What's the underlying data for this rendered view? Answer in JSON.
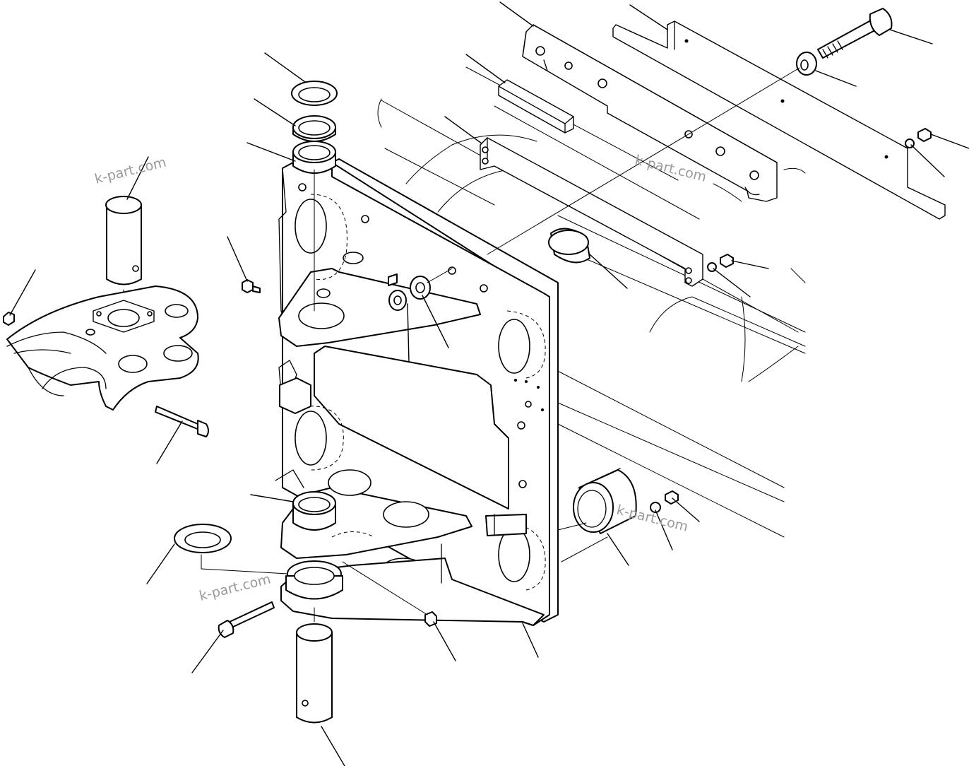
{
  "watermarks": {
    "top_left": "k-part.com",
    "top_right": "k-part.com",
    "bottom_right": "k-part.com",
    "bottom_left": "k-part.com"
  },
  "icons": [
    "frame-icon",
    "pin-icon",
    "bolt-icon",
    "washer-icon",
    "bushing-icon",
    "plate-icon",
    "cap-icon"
  ]
}
